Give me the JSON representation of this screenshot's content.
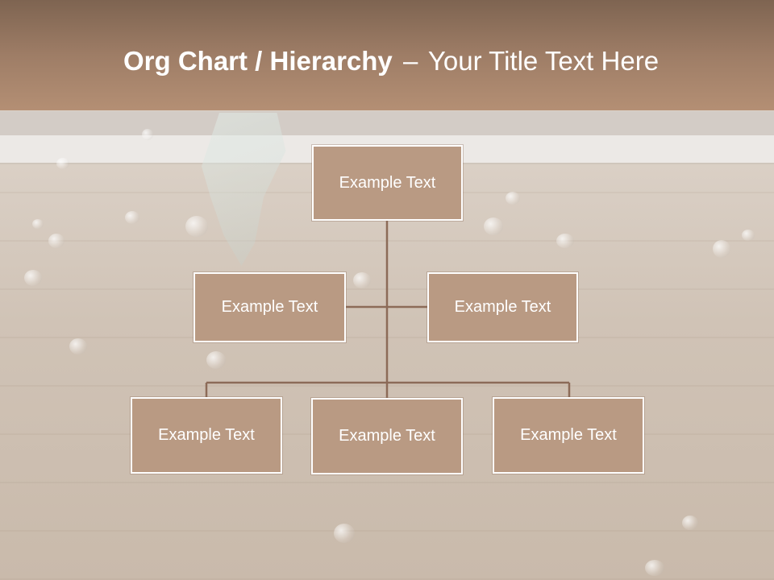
{
  "header": {
    "title_bold": "Org Chart / Hierarchy",
    "title_dash": "–",
    "title_rest": "Your Title Text Here"
  },
  "org_chart": {
    "root": {
      "label": "Example Text"
    },
    "assistants": [
      {
        "label": "Example Text"
      },
      {
        "label": "Example Text"
      }
    ],
    "children": [
      {
        "label": "Example Text"
      },
      {
        "label": "Example Text"
      },
      {
        "label": "Example Text"
      }
    ]
  },
  "colors": {
    "header_top": "#7e6451",
    "header_bottom": "#b48f74",
    "node_fill": "#b99a83",
    "node_border": "#ffffff",
    "connector": "#8c6b58"
  }
}
